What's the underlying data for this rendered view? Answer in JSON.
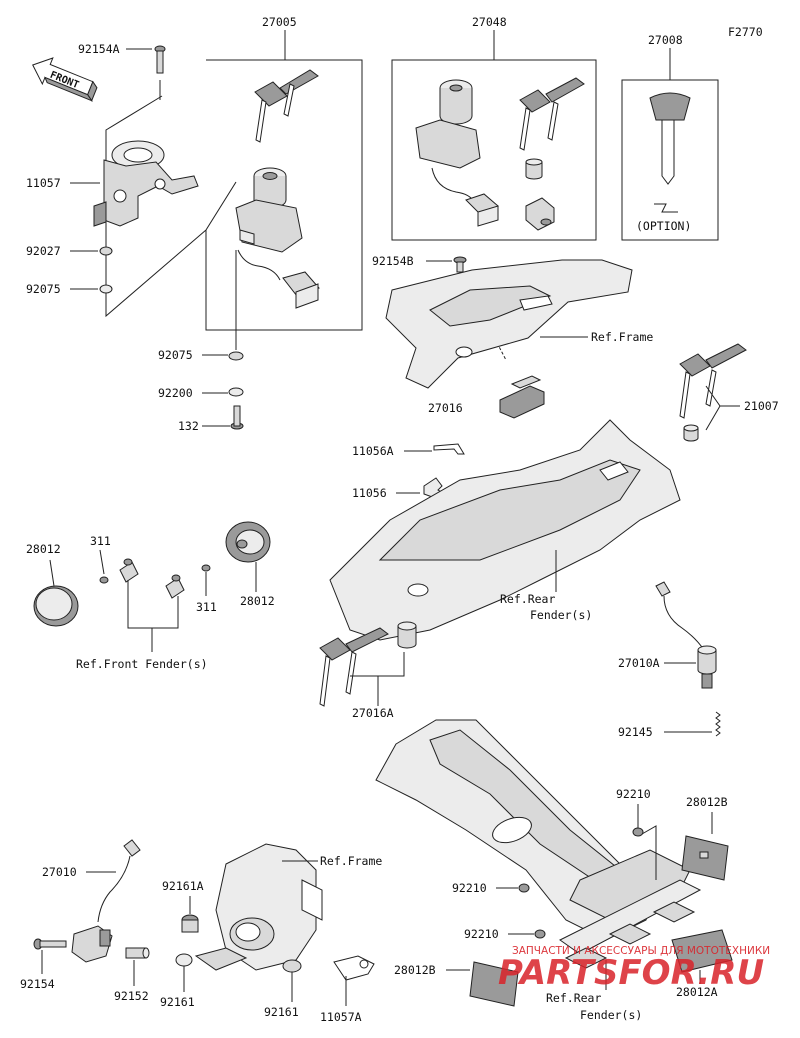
{
  "figure_code": "F2770",
  "front_label": "FRONT",
  "option_label": "(OPTION)",
  "labels": {
    "p92154A": "92154A",
    "p27005": "27005",
    "p27048": "27048",
    "p27008": "27008",
    "p11057": "11057",
    "p92027": "92027",
    "p92075_top": "92075",
    "p92154B": "92154B",
    "ref_frame_top": "Ref.Frame",
    "p92075_mid": "92075",
    "p92200": "92200",
    "p132": "132",
    "p27016": "27016",
    "p21007": "21007",
    "p11056A": "11056A",
    "p11056": "11056",
    "p28012_left": "28012",
    "p311_left": "311",
    "p311_right": "311",
    "p28012_right": "28012",
    "ref_front_fender": "Ref.Front Fender(s)",
    "ref_rear_fender_1": "Ref.Rear",
    "ref_rear_fender_2": "Fender(s)",
    "p27010A": "27010A",
    "p27016A": "27016A",
    "p92145": "92145",
    "p92210_a": "92210",
    "p28012B_top": "28012B",
    "p27010": "27010",
    "ref_frame_bottom": "Ref.Frame",
    "p92161A": "92161A",
    "p92210_b": "92210",
    "p92210_c": "92210",
    "p92154": "92154",
    "p92152": "92152",
    "p92161_a": "92161",
    "p92161_b": "92161",
    "p11057A": "11057A",
    "p28012B_bottom": "28012B",
    "p28012A": "28012A",
    "ref_rear_fender_b1": "Ref.Rear",
    "ref_rear_fender_b2": "Fender(s)"
  },
  "watermark_caption": "ЗАПЧАСТИ И АКСЕССУАРЫ ДЛЯ МОТОТЕХНИКИ",
  "watermark_brand": "PARTSFOR.RU",
  "colors": {
    "ink": "#222222",
    "part_fill": "#d9d9d9",
    "watermark": "#d9232a"
  }
}
